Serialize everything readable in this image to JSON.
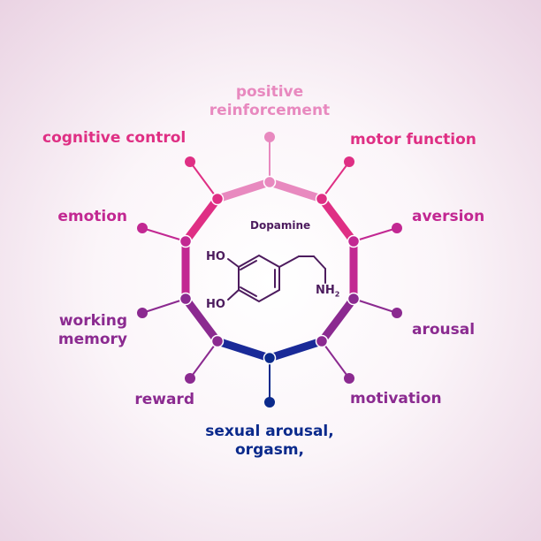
{
  "molecule": {
    "name": "Dopamine",
    "groups": {
      "hydroxyl_top": "HO",
      "hydroxyl_bottom": "HO",
      "amine": "NH",
      "amine_subscript": "2"
    }
  },
  "functions": [
    {
      "id": "positive-reinforcement",
      "lines": [
        "positive",
        "reinforcement"
      ],
      "color": "#e889bf"
    },
    {
      "id": "motor-function",
      "lines": [
        "motor function"
      ],
      "color": "#df2f84"
    },
    {
      "id": "aversion",
      "lines": [
        "aversion"
      ],
      "color": "#c22892"
    },
    {
      "id": "arousal",
      "lines": [
        "arousal"
      ],
      "color": "#8b2a90"
    },
    {
      "id": "motivation",
      "lines": [
        "motivation"
      ],
      "color": "#8b2a90"
    },
    {
      "id": "sexual-arousal",
      "lines": [
        "sexual arousal,",
        "orgasm,"
      ],
      "color": "#0b2a8c"
    },
    {
      "id": "reward",
      "lines": [
        "reward"
      ],
      "color": "#8b2a90"
    },
    {
      "id": "working-memory",
      "lines": [
        "working",
        "memory"
      ],
      "color": "#8b2a90"
    },
    {
      "id": "emotion",
      "lines": [
        "emotion"
      ],
      "color": "#c22892"
    },
    {
      "id": "cognitive-control",
      "lines": [
        "cognitive control"
      ],
      "color": "#df2f84"
    }
  ],
  "colors": {
    "pink_light": "#e889bf",
    "pink": "#df2f84",
    "magenta": "#c22892",
    "purple": "#8b2a90",
    "navy": "#0b2a8c",
    "molecule_ink": "#4d1c5e"
  }
}
